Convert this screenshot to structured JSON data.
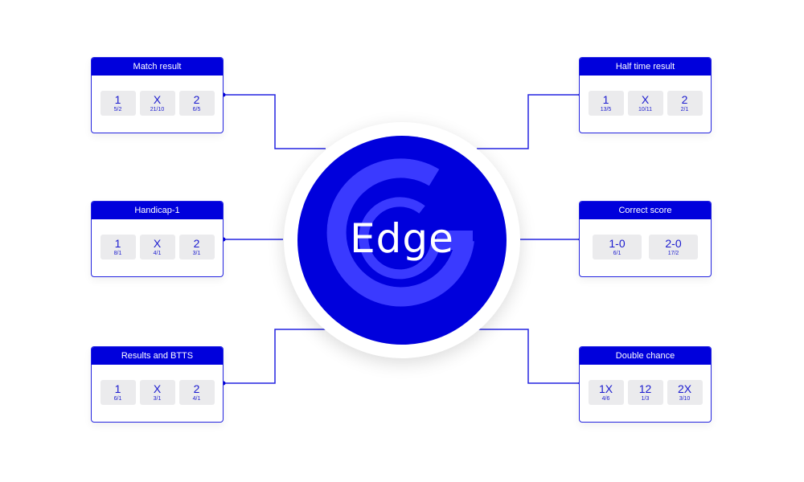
{
  "hub": {
    "label": "Edge",
    "color": "#0000dc",
    "accent": "#3a3aff"
  },
  "colors": {
    "primary": "#0000dc",
    "line": "#2424e0",
    "chip_bg": "#ebebed",
    "chip_text": "#1a1acf"
  },
  "markets": {
    "match_result": {
      "title": "Match result",
      "odds": [
        {
          "sel": "1",
          "price": "5/2"
        },
        {
          "sel": "X",
          "price": "21/10"
        },
        {
          "sel": "2",
          "price": "6/5"
        }
      ]
    },
    "handicap": {
      "title": "Handicap-1",
      "odds": [
        {
          "sel": "1",
          "price": "8/1"
        },
        {
          "sel": "X",
          "price": "4/1"
        },
        {
          "sel": "2",
          "price": "3/1"
        }
      ]
    },
    "results_btts": {
      "title": "Results and BTTS",
      "odds": [
        {
          "sel": "1",
          "price": "6/1"
        },
        {
          "sel": "X",
          "price": "3/1"
        },
        {
          "sel": "2",
          "price": "4/1"
        }
      ]
    },
    "half_time": {
      "title": "Half time result",
      "odds": [
        {
          "sel": "1",
          "price": "13/5"
        },
        {
          "sel": "X",
          "price": "10/11"
        },
        {
          "sel": "2",
          "price": "2/1"
        }
      ]
    },
    "correct_score": {
      "title": "Correct score",
      "odds": [
        {
          "sel": "1-0",
          "price": "6/1"
        },
        {
          "sel": "2-0",
          "price": "17/2"
        }
      ]
    },
    "double_chance": {
      "title": "Double chance",
      "odds": [
        {
          "sel": "1X",
          "price": "4/6"
        },
        {
          "sel": "12",
          "price": "1/3"
        },
        {
          "sel": "2X",
          "price": "3/10"
        }
      ]
    }
  }
}
